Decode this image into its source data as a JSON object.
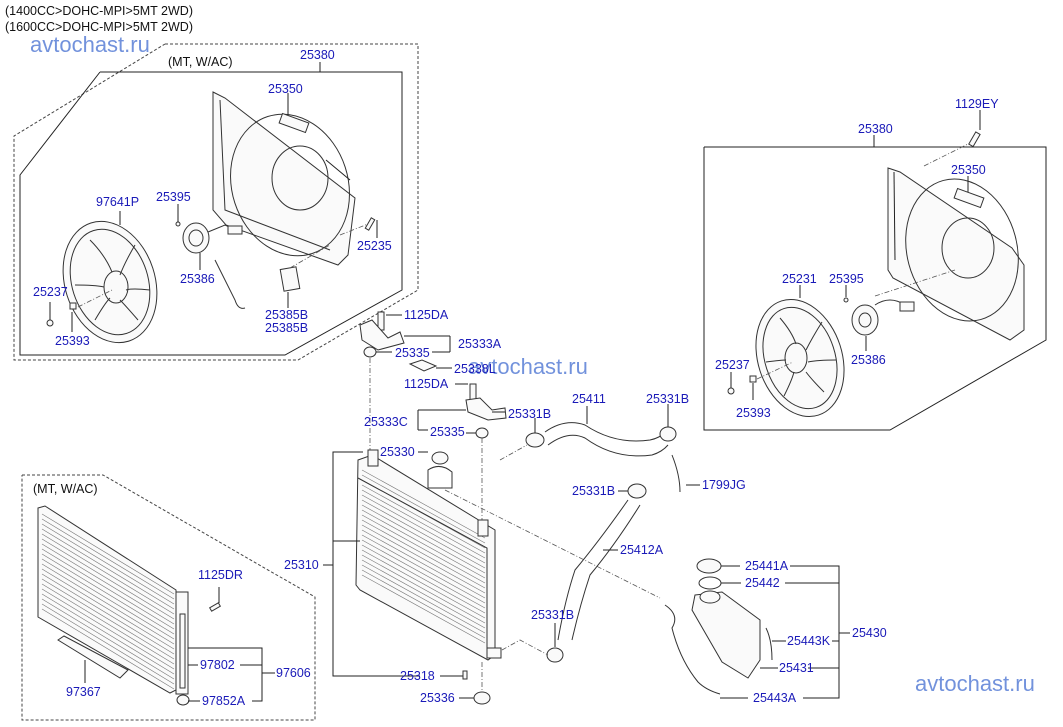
{
  "header": {
    "applicability": [
      "(1400CC>DOHC-MPI>5MT 2WD)",
      "(1600CC>DOHC-MPI>5MT 2WD)"
    ]
  },
  "watermark": "avtochast.ru",
  "groups": {
    "fan_left_note": "(MT, W/AC)",
    "condenser_note": "(MT, W/AC)"
  },
  "parts": {
    "fan_left": {
      "assembly": "25380",
      "shroud": "25350",
      "fan": "97641P",
      "screw": "25395",
      "bolt": "25235",
      "motor": "25386",
      "nut": "25237",
      "clip": "25393",
      "resistor_1": "25385B",
      "resistor_2": "25385B"
    },
    "fan_right": {
      "bolt_top": "1129EY",
      "assembly": "25380",
      "shroud": "25350",
      "fan": "25231",
      "screw": "25395",
      "motor": "25386",
      "nut": "25237",
      "clip": "25393"
    },
    "radiator": {
      "bolt_upper": "1125DA",
      "bracket_upper": "25333A",
      "insulator_upper": "25335",
      "label_plate": "25338L",
      "bolt_lower": "1125DA",
      "bracket_lower": "25333C",
      "insulator_lower": "25335",
      "cap": "25330",
      "radiator_assy": "25310",
      "drain_plug": "25318",
      "insulator_bottom": "25336"
    },
    "hoses": {
      "clamp_1": "25331B",
      "upper_hose": "25411",
      "clamp_2": "25331B",
      "clamp_3": "25331B",
      "clip": "1799JG",
      "lower_hose": "25412A",
      "clamp_4": "25331B"
    },
    "reservoir": {
      "cap": "25441A",
      "seal": "25442",
      "assembly": "25430",
      "hose_k": "25443K",
      "tank": "25431",
      "hose_a": "25443A"
    },
    "condenser": {
      "bolt": "1125DR",
      "drier": "97802",
      "assembly": "97606",
      "cap": "97852A",
      "seal_pad": "97367"
    }
  }
}
